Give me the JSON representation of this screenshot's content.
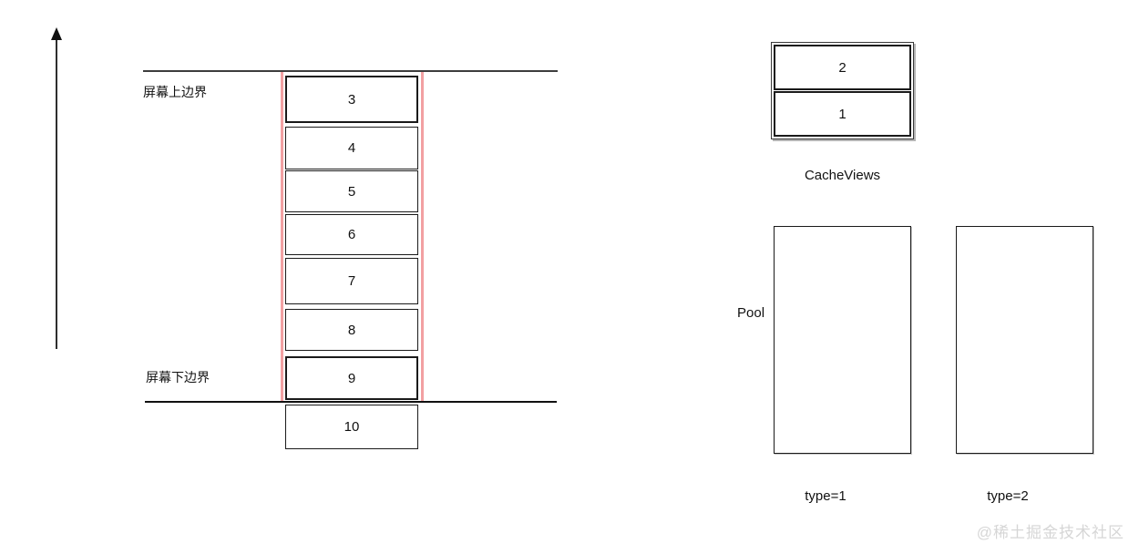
{
  "list": {
    "top_boundary_label": "屏幕上边界",
    "bottom_boundary_label": "屏幕下边界",
    "cells": [
      "3",
      "4",
      "5",
      "6",
      "7",
      "8",
      "9",
      "10"
    ]
  },
  "cache": {
    "label": "CacheViews",
    "cells": [
      "2",
      "1"
    ]
  },
  "pool": {
    "label": "Pool",
    "type1_label": "type=1",
    "type2_label": "type=2"
  },
  "watermark": "@稀土掘金技术社区",
  "colors": {
    "cell_border": "#1a1a1a",
    "highlight_line": "#f2a0a2",
    "boundary_line": "#3d3d3d",
    "watermark": "#d6d6d6"
  }
}
